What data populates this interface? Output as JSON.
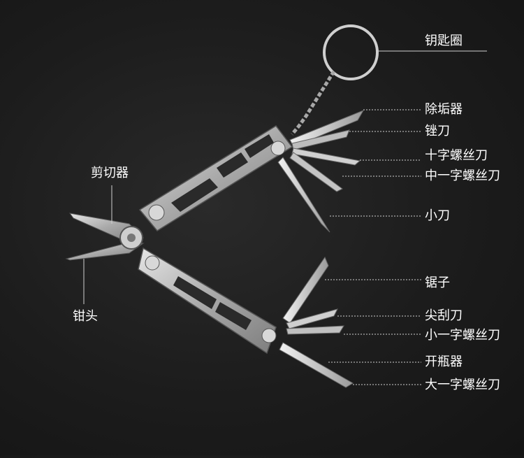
{
  "labels": {
    "key_ring": "钥匙圈",
    "descaler": "除垢器",
    "file": "锉刀",
    "phillips": "十字螺丝刀",
    "medium_flat": "中一字螺丝刀",
    "knife": "小刀",
    "cutter": "剪切器",
    "saw": "锯子",
    "pliers_head": "钳头",
    "scraper": "尖刮刀",
    "small_flat": "小一字螺丝刀",
    "bottle_opener": "开瓶器",
    "large_flat": "大一字螺丝刀"
  },
  "colors": {
    "background": "#1c1c1c",
    "steel": "#b8b8b8",
    "steel_dark": "#6e6e6e",
    "leader_line": "#d0d0d0",
    "text": "#ffffff"
  }
}
